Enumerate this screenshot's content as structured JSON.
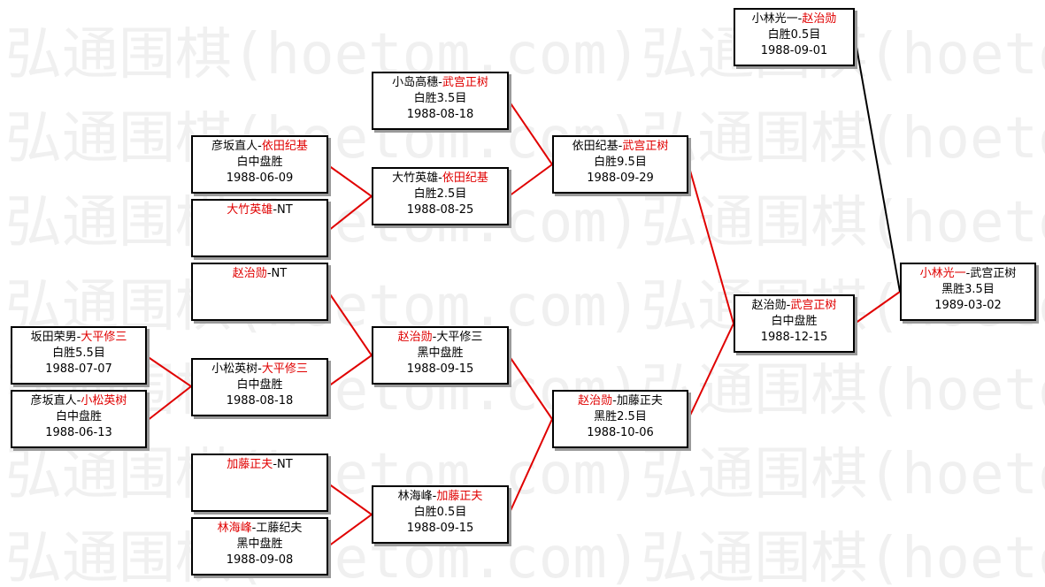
{
  "watermark": "弘通围棋(hoetom.com)弘通围棋(hoetom.com)",
  "colors": {
    "win": "#e00000",
    "connector_red": "#e00000",
    "connector_black": "#000000"
  },
  "matches": {
    "m1": {
      "p1": "坂田荣男",
      "sep": "-",
      "p2": "大平修三",
      "winner": 2,
      "result": "白胜5.5目",
      "date": "1988-07-07"
    },
    "m2": {
      "p1": "彦坂直人",
      "sep": "-",
      "p2": "小松英树",
      "winner": 2,
      "result": "白中盘胜",
      "date": "1988-06-13"
    },
    "m3": {
      "p1": "彦坂直人",
      "sep": "-",
      "p2": "依田纪基",
      "winner": 2,
      "result": "白中盘胜",
      "date": "1988-06-09"
    },
    "m4": {
      "p1": "大竹英雄",
      "sep": "-",
      "p2": "NT",
      "winner": 1,
      "result": "",
      "date": ""
    },
    "m5": {
      "p1": "赵治勋",
      "sep": "-",
      "p2": "NT",
      "winner": 1,
      "result": "",
      "date": ""
    },
    "m6": {
      "p1": "小松英树",
      "sep": "-",
      "p2": "大平修三",
      "winner": 2,
      "result": "白中盘胜",
      "date": "1988-08-18"
    },
    "m7": {
      "p1": "加藤正夫",
      "sep": "-",
      "p2": "NT",
      "winner": 1,
      "result": "",
      "date": ""
    },
    "m8": {
      "p1": "林海峰",
      "sep": "-",
      "p2": "工藤纪夫",
      "winner": 1,
      "result": "黑中盘胜",
      "date": "1988-09-08"
    },
    "m9": {
      "p1": "小岛高穗",
      "sep": "-",
      "p2": "武宫正树",
      "winner": 2,
      "result": "白胜3.5目",
      "date": "1988-08-18"
    },
    "m10": {
      "p1": "大竹英雄",
      "sep": "-",
      "p2": "依田纪基",
      "winner": 2,
      "result": "白胜2.5目",
      "date": "1988-08-25"
    },
    "m11": {
      "p1": "赵治勋",
      "sep": "-",
      "p2": "大平修三",
      "winner": 1,
      "result": "黑中盘胜",
      "date": "1988-09-15"
    },
    "m12": {
      "p1": "林海峰",
      "sep": "-",
      "p2": "加藤正夫",
      "winner": 2,
      "result": "白胜0.5目",
      "date": "1988-09-15"
    },
    "m13": {
      "p1": "依田纪基",
      "sep": "-",
      "p2": "武宫正树",
      "winner": 2,
      "result": "白胜9.5目",
      "date": "1988-09-29"
    },
    "m14": {
      "p1": "赵治勋",
      "sep": "-",
      "p2": "加藤正夫",
      "winner": 1,
      "result": "黑胜2.5目",
      "date": "1988-10-06"
    },
    "m15": {
      "p1": "赵治勋",
      "sep": "-",
      "p2": "武宫正树",
      "winner": 2,
      "result": "白中盘胜",
      "date": "1988-12-15"
    },
    "m16": {
      "p1": "小林光一",
      "sep": "-",
      "p2": "赵治勋",
      "winner": 2,
      "result": "白胜0.5目",
      "date": "1988-09-01"
    },
    "m17": {
      "p1": "小林光一",
      "sep": "-",
      "p2": "武宫正树",
      "winner": 1,
      "result": "黑胜3.5目",
      "date": "1989-03-02"
    }
  }
}
